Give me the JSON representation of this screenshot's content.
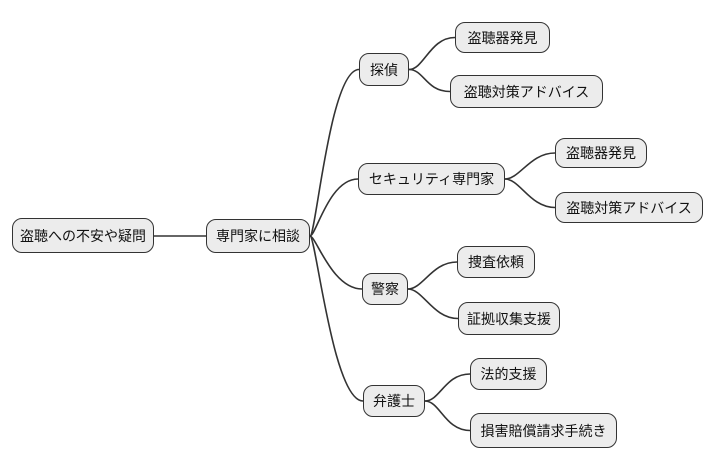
{
  "diagram": {
    "type": "mindmap",
    "root": {
      "label": "盗聴への不安や疑問",
      "children": [
        {
          "label": "専門家に相談",
          "children": [
            {
              "label": "探偵",
              "children": [
                {
                  "label": "盗聴器発見"
                },
                {
                  "label": "盗聴対策アドバイス"
                }
              ]
            },
            {
              "label": "セキュリティ専門家",
              "children": [
                {
                  "label": "盗聴器発見"
                },
                {
                  "label": "盗聴対策アドバイス"
                }
              ]
            },
            {
              "label": "警察",
              "children": [
                {
                  "label": "捜査依頼"
                },
                {
                  "label": "証拠収集支援"
                }
              ]
            },
            {
              "label": "弁護士",
              "children": [
                {
                  "label": "法的支援"
                },
                {
                  "label": "損害賠償請求手続き"
                }
              ]
            }
          ]
        }
      ]
    },
    "colors": {
      "background": "#ffffff",
      "node_fill": "#ececec",
      "node_border": "#333333",
      "edge": "#333333",
      "text": "#111111"
    }
  }
}
